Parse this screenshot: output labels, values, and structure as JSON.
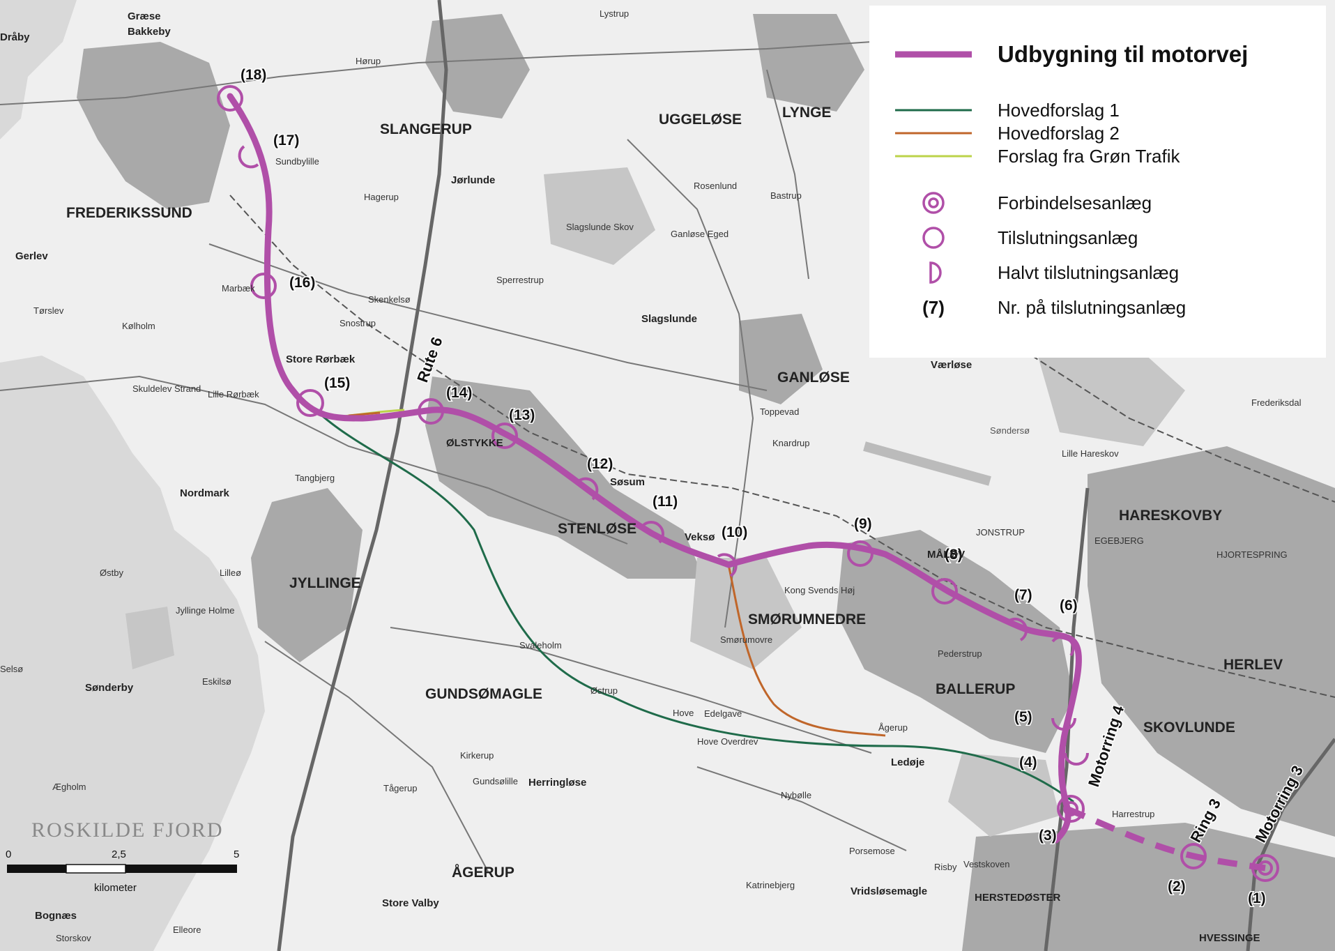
{
  "legend": {
    "title": "Udbygning til motorvej",
    "line_items": [
      {
        "label": "Hovedforslag 1",
        "color": "#1f6b4a"
      },
      {
        "label": "Hovedforslag 2",
        "color": "#c0662a"
      },
      {
        "label": "Forslag fra Grøn Trafik",
        "color": "#bcd34a"
      }
    ],
    "symbol_items": [
      {
        "label": "Forbindelsesanlæg",
        "icon": "double-circle-icon"
      },
      {
        "label": "Tilslutningsanlæg",
        "icon": "circle-icon"
      },
      {
        "label": "Halvt tilslutningsanlæg",
        "icon": "half-circle-icon"
      }
    ],
    "number_item": {
      "symbol": "(7)",
      "label": "Nr. på tilslutningsanlæg"
    }
  },
  "colors": {
    "motorway": "#b04fa8",
    "hovedforslag1": "#1f6b4a",
    "hovedforslag2": "#c0662a",
    "gron_trafik": "#bcd34a"
  },
  "junctions": [
    "(1)",
    "(2)",
    "(3)",
    "(4)",
    "(5)",
    "(6)",
    "(7)",
    "(8)",
    "(9)",
    "(10)",
    "(11)",
    "(12)",
    "(13)",
    "(14)",
    "(15)",
    "(16)",
    "(17)",
    "(18)"
  ],
  "road_labels": {
    "rute6": "Rute 6",
    "motorring4": "Motorring 4",
    "ring3": "Ring 3",
    "motorring3": "Motorring 3"
  },
  "major_towns": {
    "frederikssund": "FREDERIKSSUND",
    "slangerup": "SLANGERUP",
    "stenlose": "STENLØSE",
    "jyllinge": "JYLLINGE",
    "gundsomagle": "GUNDSØMAGLE",
    "agerup": "ÅGERUP",
    "ganlose": "GANLØSE",
    "ballerup": "BALLERUP",
    "herlev": "HERLEV",
    "skovlunde": "SKOVLUNDE",
    "hareskovby": "HARESKOVBY",
    "smorumnedre": "SMØRUMNEDRE",
    "uggelose": "UGGELØSE",
    "lynge": "LYNGE"
  },
  "places": {
    "draby": "Dråby",
    "graese": "Græse",
    "bakkeby": "Bakkeby",
    "horup": "Hørup",
    "jorlunde": "Jørlunde",
    "gerlev": "Gerlev",
    "sundbylille": "Sundbylille",
    "store_rorbaek": "Store Rørbæk",
    "lille_rorbaek": "Lille Rørbæk",
    "skuldelev_strand": "Skuldelev Strand",
    "sosum": "Søsum",
    "vekso": "Veksø",
    "slagslunde": "Slagslunde",
    "ledoje": "Ledøje",
    "herringlose": "Herringløse",
    "sonderby": "Sønderby",
    "eskilso": "Eskilsø",
    "store_valby": "Store Valby",
    "vridslosemagle": "Vridsløsemagle",
    "herstedoster": "HERSTEDØSTER",
    "hvessinge": "HVESSINGE",
    "nordmark": "Nordmark",
    "olstykke": "ØLSTYKKE",
    "vaerlose": "Værløse",
    "pederstrup": "Pederstrup",
    "malov": "MÅLØV",
    "jonstrup": "JONSTRUP",
    "egebjerg": "EGEBJERG",
    "hjortespring": "HJORTESPRING",
    "frederiksdal": "Frederiksdal",
    "lille_hareskov": "Lille Hareskov",
    "kolholm": "Kølholm",
    "sonderso": "Søndersø",
    "tagerup": "Tågerup",
    "gundsolille": "Gundsølille",
    "kirkerup": "Kirkerup",
    "hove": "Hove",
    "edelgave": "Edelgave",
    "smorumovre": "Smørumovre",
    "tangbjerg": "Tangbjerg",
    "torslev": "Tørslev",
    "bognaes": "Bognæs",
    "storskov": "Storskov",
    "elleore": "Elleore",
    "aegholm": "Ægholm",
    "oestby": "Østby",
    "lilleo": "Lilleø",
    "selso": "Selsø",
    "jyllinge_holme": "Jyllinge Holme",
    "knardrup": "Knardrup",
    "toppevad": "Toppevad",
    "kong_svends_hoj": "Kong Svends Høj",
    "agerup_small": "Ågerup",
    "rosenlund": "Rosenlund",
    "bastrup": "Bastrup",
    "ganlose_eged": "Ganløse Eged",
    "slagslunde_skov": "Slagslunde Skov",
    "hagerup": "Hagerup",
    "marbaek": "Marbæk",
    "skenkelso": "Skenkelsø",
    "snostrup": "Snostrup",
    "sperrestrup": "Sperrestrup",
    "lystrup": "Lystrup",
    "hove_overdrev": "Hove Overdrev",
    "sveaholm": "Svaleholm",
    "ostrup": "Østrup",
    "porsemose": "Porsemose",
    "katrinebjerg": "Katrinebjerg",
    "nybolle": "Nybølle",
    "harrestrup": "Harrestrup",
    "risby": "Risby",
    "vestskoven": "Vestskoven",
    "kilometer": "kilometer"
  },
  "fjord_label": "ROSKILDE FJORD",
  "scale": {
    "ticks": [
      "0",
      "2,5",
      "5"
    ],
    "unit": "kilometer"
  }
}
